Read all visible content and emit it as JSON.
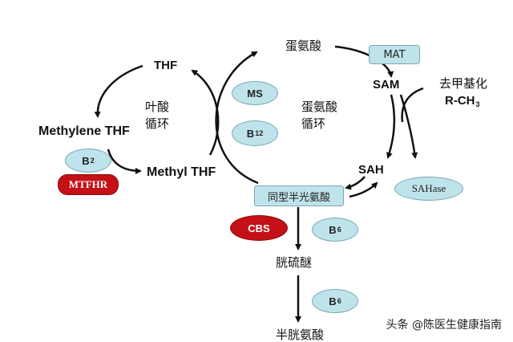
{
  "labels": {
    "thf": "THF",
    "methylene_thf": "Methylene THF",
    "methyl_thf": "Methyl THF",
    "folate_cycle": [
      "叶酸",
      "循环"
    ],
    "methionine": "蛋氨酸",
    "methionine_cycle": [
      "蛋氨酸",
      "循环"
    ],
    "sam": "SAM",
    "sah": "SAH",
    "demethyl": "去甲基化",
    "rch3_prefix": "R-CH",
    "rch3_sub": "3",
    "homocysteine": "同型半光氨酸",
    "cystathionine": "胱硫醚",
    "cysteine": "半胱氨酸"
  },
  "enzymes": {
    "mat": "MAT",
    "ms": "MS",
    "b12_main": "B",
    "b12_sub": "12",
    "b2_main": "B",
    "b2_sub": "2",
    "mtfhr": "MTFHR",
    "sahase": "SAHase",
    "cbs": "CBS",
    "b6_main": "B",
    "b6_sub": "6"
  },
  "colors": {
    "enzyme_blue": "#bfe3ea",
    "enzyme_red": "#c41016",
    "arrow": "#111111"
  },
  "watermark": "头条 @陈医生健康指南"
}
